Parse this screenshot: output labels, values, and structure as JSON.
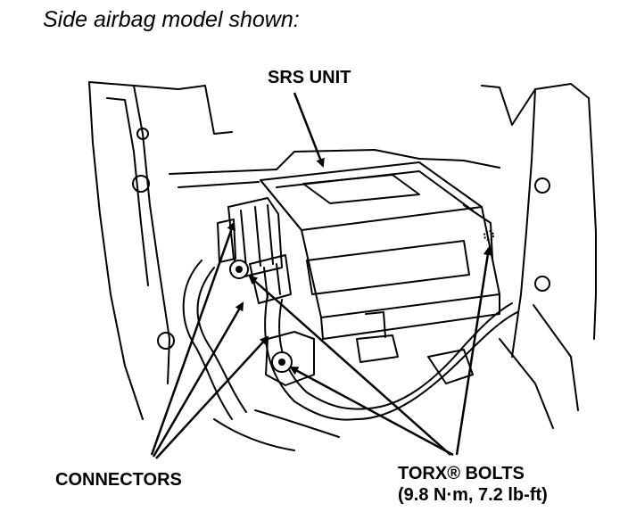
{
  "caption": "Side airbag model shown:",
  "labels": {
    "srs_unit": "SRS UNIT",
    "connectors": "CONNECTORS",
    "torx_bolts": "TORX® BOLTS",
    "torque": "(9.8 N·m, 7.2 lb-ft)"
  }
}
